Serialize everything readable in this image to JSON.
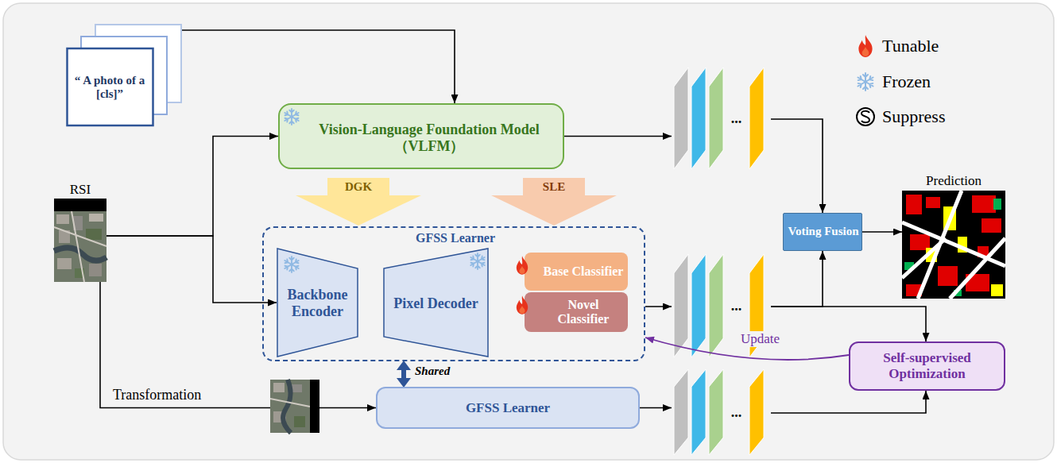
{
  "diagram": {
    "nodes": [
      {
        "text": [
          "“ A photo of a [cls]”"
        ]
      },
      {
        "text": [
          "Vision-Language Foundation Model",
          "（VLFM）"
        ]
      },
      {
        "text": [
          "RSI"
        ]
      },
      {
        "text": [
          "DGK"
        ]
      },
      {
        "text": [
          "SLE"
        ]
      },
      {
        "text": [
          "GFSS Learner"
        ]
      },
      {
        "text": [
          "Backbone Encoder"
        ],
        "in": 5
      },
      {
        "text": [
          "Pixel Decoder"
        ],
        "in": 5
      },
      {
        "text": [
          "Base Classifier"
        ],
        "in": 5
      },
      {
        "text": [
          "Novel Classifier"
        ],
        "in": 5
      },
      {
        "text": [
          "..."
        ]
      },
      {
        "text": [
          "..."
        ]
      },
      {
        "text": [
          "..."
        ]
      },
      {
        "text": [
          "Voting Fusion"
        ]
      },
      {
        "text": [
          "Prediction"
        ]
      },
      {
        "text": [
          "GFSS Learner"
        ]
      },
      {
        "text": [
          "Self-supervised Optimization"
        ]
      }
    ],
    "edges": [
      {
        "from": 0,
        "to": 1,
        "arrow": "to"
      },
      {
        "from": 2,
        "to": 1,
        "arrow": "to"
      },
      {
        "from": 2,
        "to": 6,
        "arrow": "to"
      },
      {
        "from": 2,
        "to": 15,
        "label": "Transformation",
        "arrow": "to"
      },
      {
        "from": 1,
        "to": 10,
        "arrow": "to"
      },
      {
        "from": 5,
        "to": 11,
        "arrow": "to"
      },
      {
        "from": 15,
        "to": 12,
        "arrow": "to"
      },
      {
        "from": 10,
        "to": 13,
        "arrow": "to"
      },
      {
        "from": 11,
        "to": 13,
        "arrow": "to"
      },
      {
        "from": 11,
        "to": 16,
        "arrow": "to"
      },
      {
        "from": 12,
        "to": 16,
        "arrow": "to"
      },
      {
        "from": 13,
        "to": 14,
        "arrow": "to"
      },
      {
        "from": 16,
        "to": 5,
        "label": "Update",
        "arrow": "to"
      },
      {
        "from": 5,
        "to": 15,
        "label": "Shared",
        "arrow": "both"
      }
    ],
    "legend": [
      {
        "text": "Tunable"
      },
      {
        "text": "Frozen"
      },
      {
        "text": "Suppress"
      }
    ]
  }
}
